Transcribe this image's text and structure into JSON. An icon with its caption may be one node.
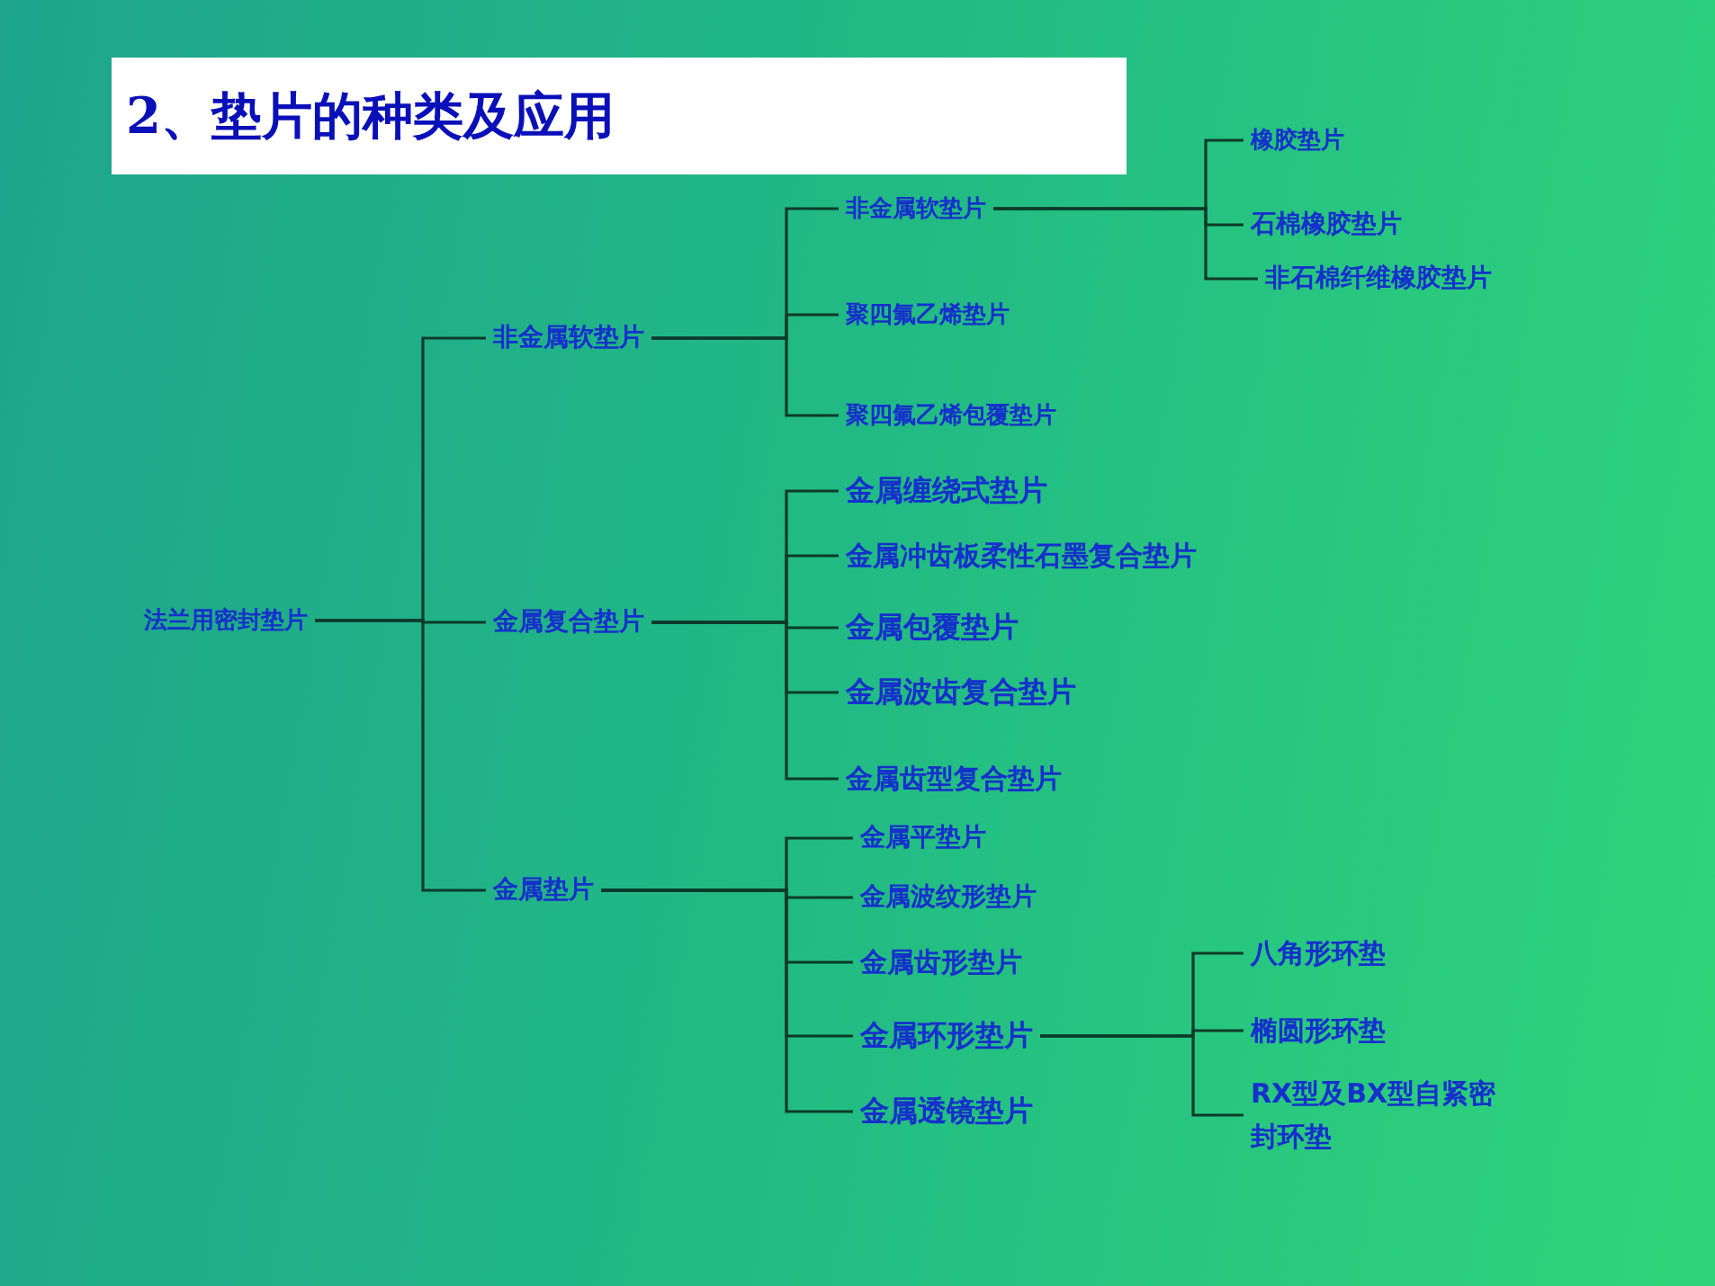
{
  "diagram": {
    "title": "2、垫片的种类及应用",
    "nodes": [
      {
        "text": [
          "法兰用密封垫片"
        ]
      },
      {
        "text": [
          "非金属软垫片"
        ]
      },
      {
        "text": [
          "金属复合垫片"
        ]
      },
      {
        "text": [
          "金属垫片"
        ]
      },
      {
        "text": [
          "非金属软垫片"
        ]
      },
      {
        "text": [
          "聚四氟乙烯垫片"
        ]
      },
      {
        "text": [
          "聚四氟乙烯包覆垫片"
        ]
      },
      {
        "text": [
          "橡胶垫片"
        ]
      },
      {
        "text": [
          "石棉橡胶垫片"
        ]
      },
      {
        "text": [
          "非石棉纤维橡胶垫片"
        ]
      },
      {
        "text": [
          "金属缠绕式垫片"
        ]
      },
      {
        "text": [
          "金属冲齿板柔性石墨复合垫片"
        ]
      },
      {
        "text": [
          "金属包覆垫片"
        ]
      },
      {
        "text": [
          "金属波齿复合垫片"
        ]
      },
      {
        "text": [
          "金属齿型复合垫片"
        ]
      },
      {
        "text": [
          "金属平垫片"
        ]
      },
      {
        "text": [
          "金属波纹形垫片"
        ]
      },
      {
        "text": [
          "金属齿形垫片"
        ]
      },
      {
        "text": [
          "金属环形垫片"
        ]
      },
      {
        "text": [
          "金属透镜垫片"
        ]
      },
      {
        "text": [
          "八角形环垫"
        ]
      },
      {
        "text": [
          "椭圆形环垫"
        ]
      },
      {
        "text": [
          "RX型及BX型自紧密封环垫"
        ]
      }
    ],
    "edges": [
      {
        "from": 0,
        "to": 1,
        "arrow": "none"
      },
      {
        "from": 0,
        "to": 2,
        "arrow": "none"
      },
      {
        "from": 0,
        "to": 3,
        "arrow": "none"
      },
      {
        "from": 1,
        "to": 4,
        "arrow": "none"
      },
      {
        "from": 1,
        "to": 5,
        "arrow": "none"
      },
      {
        "from": 1,
        "to": 6,
        "arrow": "none"
      },
      {
        "from": 4,
        "to": 7,
        "arrow": "none"
      },
      {
        "from": 4,
        "to": 8,
        "arrow": "none"
      },
      {
        "from": 4,
        "to": 9,
        "arrow": "none"
      },
      {
        "from": 2,
        "to": 10,
        "arrow": "none"
      },
      {
        "from": 2,
        "to": 11,
        "arrow": "none"
      },
      {
        "from": 2,
        "to": 12,
        "arrow": "none"
      },
      {
        "from": 2,
        "to": 13,
        "arrow": "none"
      },
      {
        "from": 2,
        "to": 14,
        "arrow": "none"
      },
      {
        "from": 3,
        "to": 15,
        "arrow": "none"
      },
      {
        "from": 3,
        "to": 16,
        "arrow": "none"
      },
      {
        "from": 3,
        "to": 17,
        "arrow": "none"
      },
      {
        "from": 3,
        "to": 18,
        "arrow": "none"
      },
      {
        "from": 3,
        "to": 19,
        "arrow": "none"
      },
      {
        "from": 18,
        "to": 20,
        "arrow": "none"
      },
      {
        "from": 18,
        "to": 21,
        "arrow": "none"
      },
      {
        "from": 18,
        "to": 22,
        "arrow": "none"
      }
    ]
  }
}
